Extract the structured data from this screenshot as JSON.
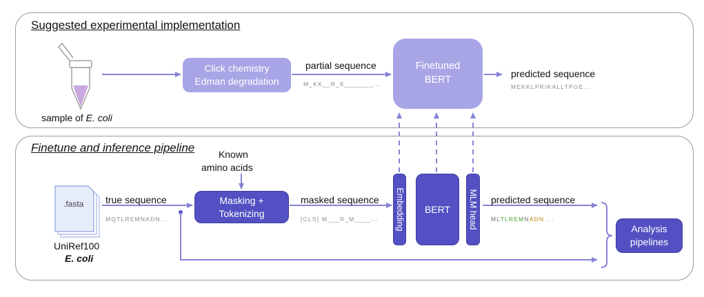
{
  "top_panel": {
    "title": "Suggested experimental implementation",
    "sample_label_prefix": "sample of ",
    "sample_label_species": "E. coli",
    "click_box": {
      "line1": "Click chemistry",
      "line2": "Edman degradation"
    },
    "partial_label": "partial sequence",
    "partial_seq": "M_KK__R_K_______...",
    "finetuned_box": {
      "line1": "Finetuned",
      "line2": "BERT"
    },
    "predicted_label": "predicted sequence",
    "predicted_seq": "MEKKLPRIKALLTPGE..."
  },
  "bottom_panel": {
    "title": "Finetune and inference pipeline",
    "fasta_label": ".fasta",
    "uniref_label": "UniRef100",
    "uniref_species": "E. coli",
    "true_label": "true sequence",
    "true_seq": "MQTLREMNADN...",
    "known_label_line1": "Known",
    "known_label_line2": "amino acids",
    "masking_box": {
      "line1": "Masking +",
      "line2": "Tokenizing"
    },
    "masked_label": "masked sequence",
    "masked_seq": "[CLS] M___R_M____...",
    "embedding_label": "Embedding",
    "bert_label": "BERT",
    "mlm_label": "MLM head",
    "predicted_label": "predicted sequence",
    "predicted_seq_parts": [
      {
        "text": "ML",
        "color": "#6a6a6a"
      },
      {
        "text": "TLREM",
        "color": "#4c9a2a"
      },
      {
        "text": "N",
        "color": "#6a6a6a"
      },
      {
        "text": "ADN",
        "color": "#b8860b"
      },
      {
        "text": " ...",
        "color": "#6a6a6a"
      }
    ],
    "analysis_box": {
      "line1": "Analysis",
      "line2": "pipelines"
    }
  },
  "colors": {
    "arrow": "#8583d6",
    "light_box": "#a8a5e6",
    "dark_box": "#5250c2",
    "panel_border": "#9a9a9a",
    "correct_residue": "#4c9a2a",
    "partial_residue": "#b8860b"
  }
}
